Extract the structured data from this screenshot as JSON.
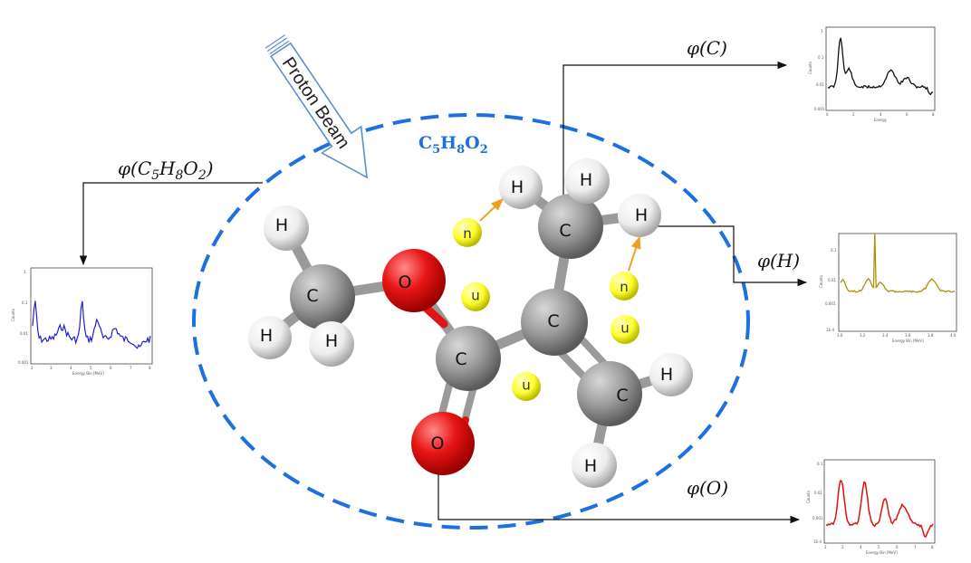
{
  "molecule": {
    "formula_main": "C",
    "formula_sub1": "5",
    "formula_h": "H",
    "formula_sub2": "8",
    "formula_o": "O",
    "formula_sub3": "2",
    "atoms": {
      "H1": "H",
      "H2": "H",
      "H3": "H",
      "H4": "H",
      "H5": "H",
      "H6": "H",
      "H7": "H",
      "H8": "H",
      "C1": "C",
      "C2": "C",
      "C3": "C",
      "C4": "C",
      "C5": "C",
      "O1": "O",
      "O2": "O"
    },
    "neutron_label": "n"
  },
  "beam": {
    "label": "Proton Beam"
  },
  "outputs": {
    "phi_molecule": {
      "phi": "φ(",
      "c": "C",
      "c_sub": "5",
      "h": "H",
      "h_sub": "8",
      "o": "O",
      "o_sub": "2",
      "close": ")"
    },
    "phi_C": "φ(C)",
    "phi_H": "φ(H)",
    "phi_O": "φ(O)"
  },
  "spectra": {
    "molecule": {
      "color": "#1f1fd6",
      "xlabel": "Energy Bin [MeV]",
      "ylabel": "Counts",
      "yticks": [
        "1",
        "0.1",
        "0.01",
        "0.001"
      ],
      "xticks": [
        "2",
        "3",
        "4",
        "5",
        "6",
        "7",
        "8"
      ]
    },
    "carbon": {
      "color": "#111111",
      "xlabel": "Energy",
      "ylabel": "Counts",
      "yticks": [
        "1",
        "0.1",
        "0.01",
        "0.001"
      ],
      "xticks": [
        "0",
        "2",
        "4",
        "6",
        "8"
      ]
    },
    "hydrogen": {
      "color": "#a8920a",
      "xlabel": "Energy Bin [MeV]",
      "ylabel": "Counts",
      "yticks": [
        "0.1",
        "0.01",
        "0.001",
        "1E-4"
      ],
      "xticks": [
        "3.0",
        "3.2",
        "3.4",
        "3.6",
        "3.8",
        "4.0"
      ]
    },
    "oxygen": {
      "color": "#e01010",
      "xlabel": "Energy Bin [MeV]",
      "ylabel": "Counts",
      "yticks": [
        "0.1",
        "0.01",
        "0.001",
        "1E-4"
      ],
      "xticks": [
        "2",
        "3",
        "4",
        "5",
        "6",
        "7",
        "8"
      ]
    }
  },
  "colors": {
    "ellipse": "#1e6fe0",
    "hydrogen": "#f2f2f2",
    "carbon": "#8f8f8f",
    "oxygen": "#e01515",
    "neutron": "#ffff33",
    "arrow_orange": "#f0a020"
  }
}
